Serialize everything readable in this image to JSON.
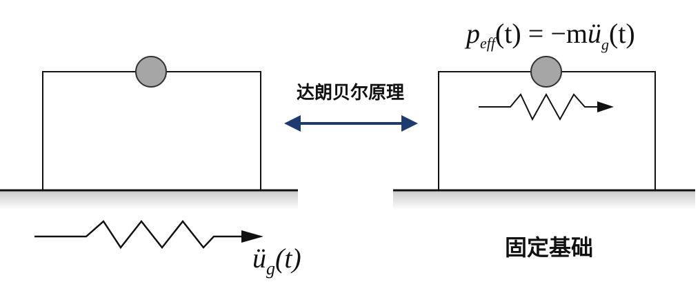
{
  "labels": {
    "principle": "达朗贝尔原理",
    "fixed_base": "固定基础",
    "ground_accel": {
      "base": "ü",
      "sub": "g",
      "arg": "(t)"
    },
    "effective_force": {
      "p": "p",
      "sub": "eff",
      "lhs_arg": "(t)",
      "equals": " = −m",
      "udd": "ü",
      "rhs_sub": "g",
      "rhs_arg": "(t)"
    }
  },
  "colors": {
    "line": "#111111",
    "mass_fill": "#a6a6a6",
    "mass_stroke": "#333333",
    "double_arrow": "#1f3a6e",
    "ground_top": "#c8c8c8",
    "ground_bottom": "#ffffff"
  },
  "icons": {
    "mass": "circle-mass-icon",
    "double_arrow": "double-arrow-icon",
    "zigzag_arrow": "zigzag-arrow-icon"
  }
}
